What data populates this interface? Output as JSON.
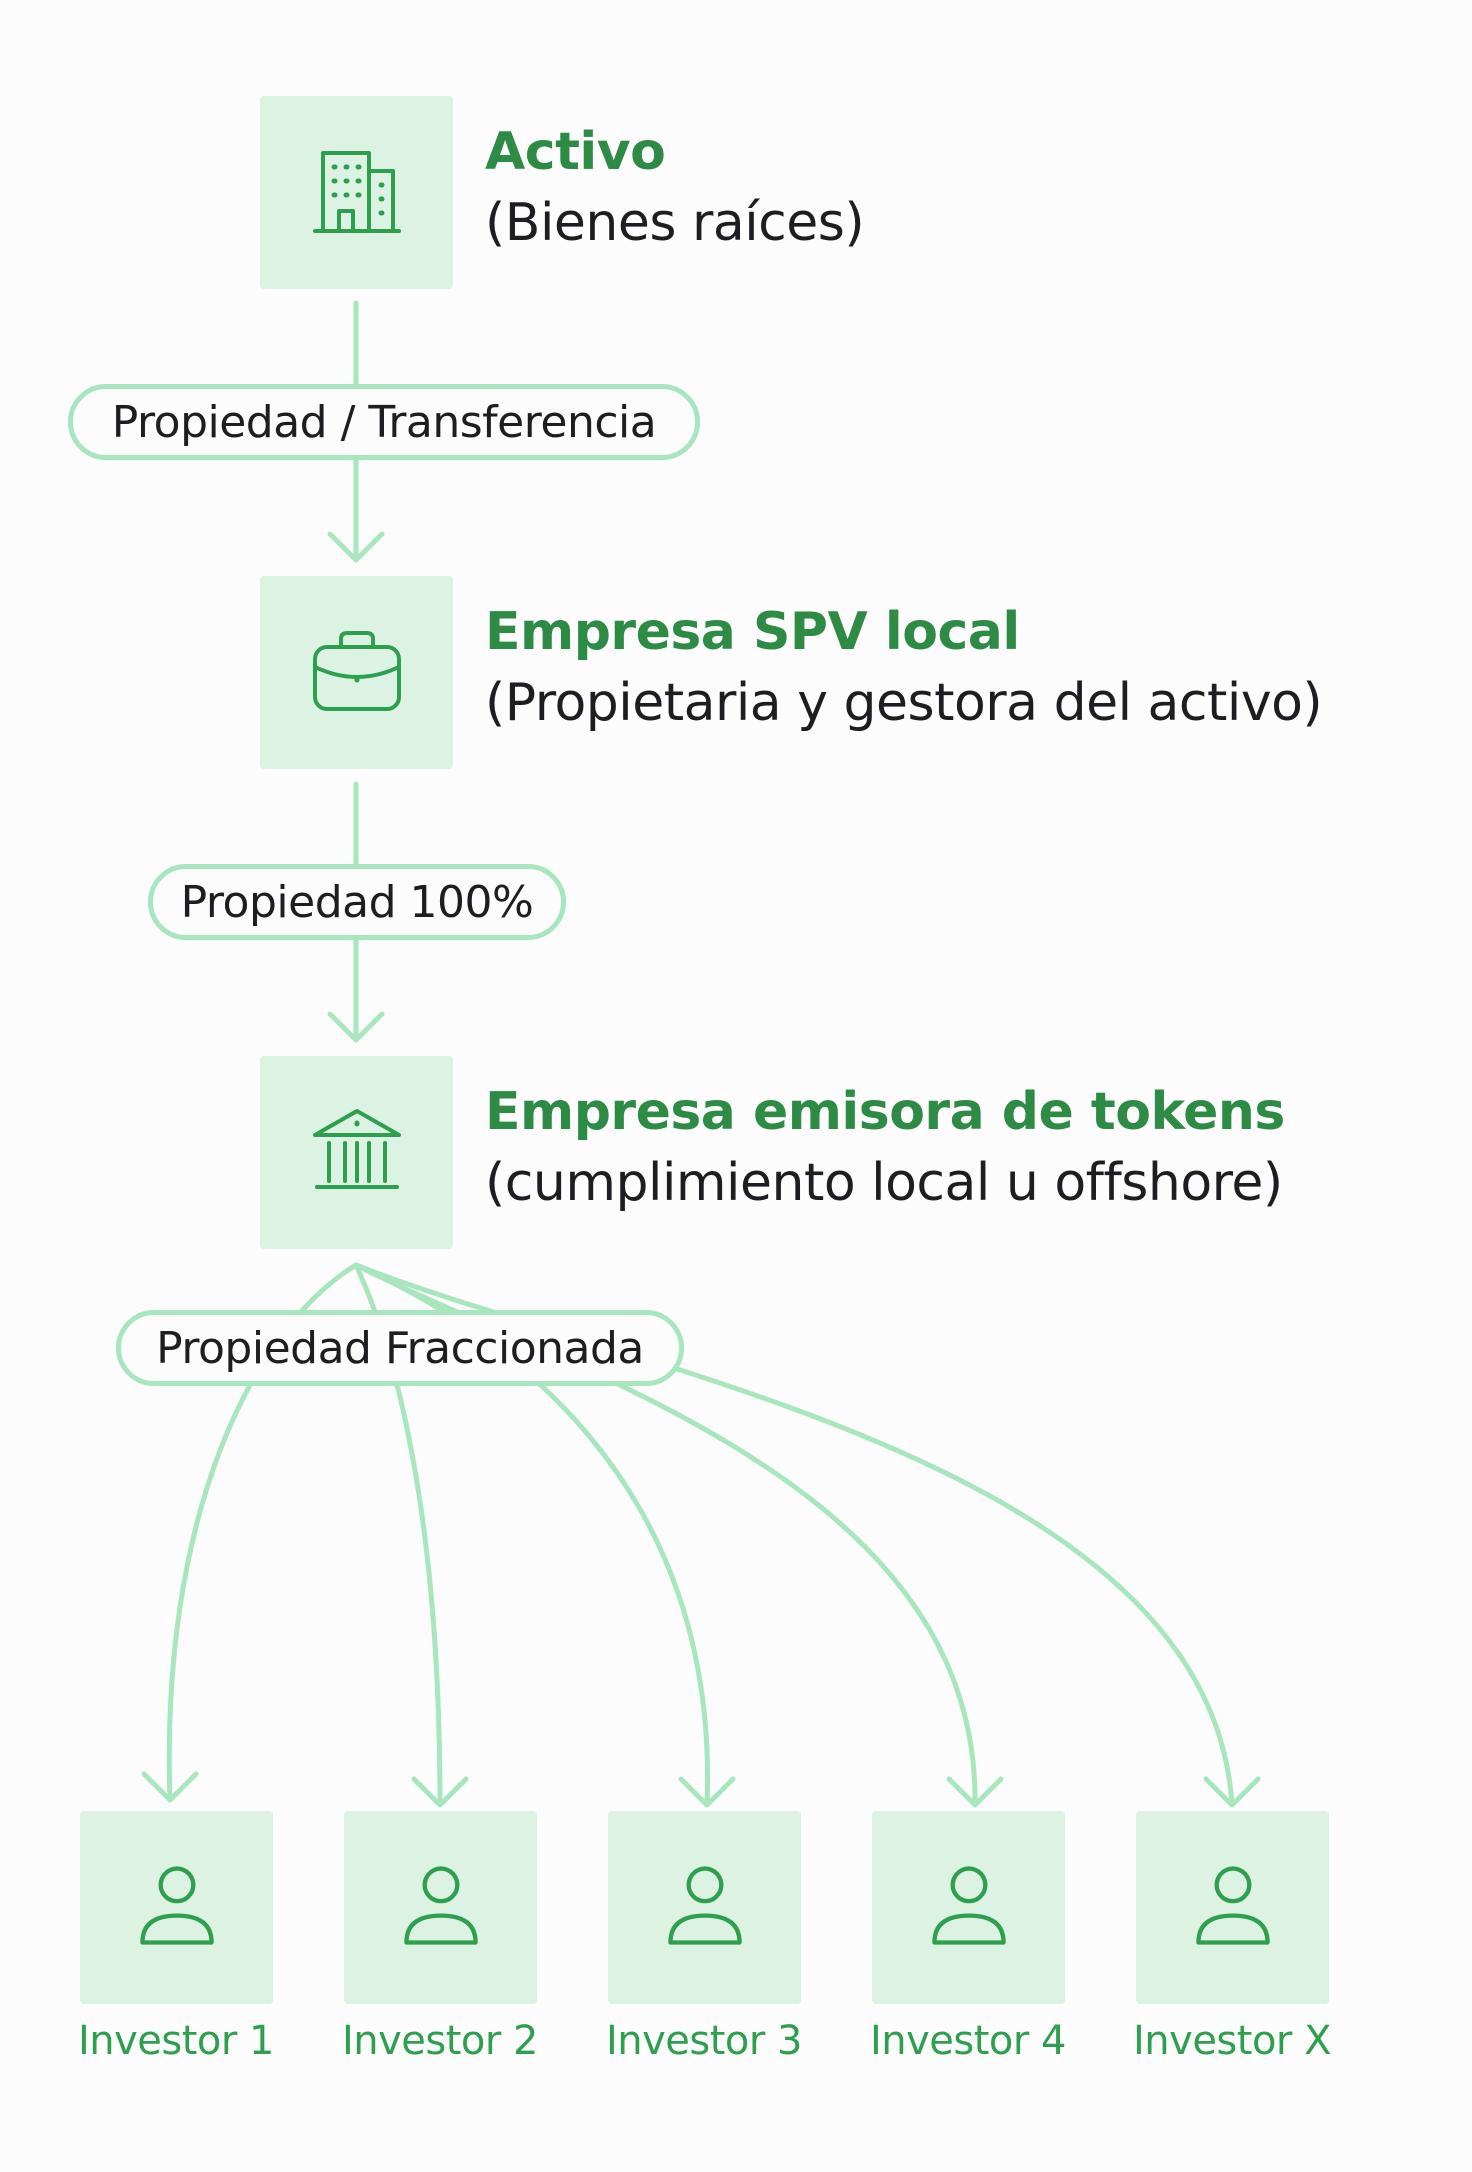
{
  "colors": {
    "box_fill": "#dcf3e3",
    "icon_stroke": "#2e9e4f",
    "title_green": "#2e8b45",
    "connector": "#a8e6bd",
    "text_dark": "#1e1e22",
    "background": "#fcfcfc"
  },
  "nodes": [
    {
      "icon": "building-icon",
      "title": "Activo",
      "subtitle": "(Bienes raíces)"
    },
    {
      "icon": "briefcase-icon",
      "title": "Empresa SPV local",
      "subtitle": "(Propietaria y gestora del activo)"
    },
    {
      "icon": "bank-icon",
      "title": "Empresa emisora de tokens",
      "subtitle": "(cumplimiento local u offshore)"
    }
  ],
  "edges": [
    {
      "label": "Propiedad / Transferencia"
    },
    {
      "label": "Propiedad 100%"
    },
    {
      "label": "Propiedad Fraccionada"
    }
  ],
  "investors": [
    {
      "icon": "user-icon",
      "label": "Investor 1"
    },
    {
      "icon": "user-icon",
      "label": "Investor 2"
    },
    {
      "icon": "user-icon",
      "label": "Investor 3"
    },
    {
      "icon": "user-icon",
      "label": "Investor 4"
    },
    {
      "icon": "user-icon",
      "label": "Investor X"
    }
  ]
}
